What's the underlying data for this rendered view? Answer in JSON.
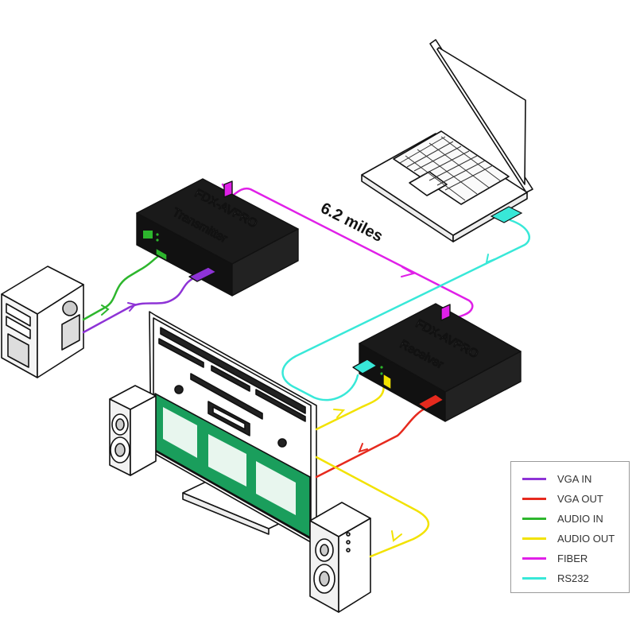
{
  "transmitter": {
    "model": "FDX-AVPRO",
    "role": "Transmitter"
  },
  "receiver": {
    "model": "FDX-AVPRO",
    "role": "Receiver"
  },
  "distance": "6.2 miles",
  "colors": {
    "vga_in": "#8e33d6",
    "vga_out": "#e62a1e",
    "audio_in": "#2db62d",
    "audio_out": "#f2e200",
    "fiber": "#e020e8",
    "rs232": "#38e8d8"
  },
  "legend": [
    {
      "label": "VGA IN",
      "color": "#8e33d6"
    },
    {
      "label": "VGA OUT",
      "color": "#e62a1e"
    },
    {
      "label": "AUDIO IN",
      "color": "#2db62d"
    },
    {
      "label": "AUDIO OUT",
      "color": "#f2e200"
    },
    {
      "label": "FIBER",
      "color": "#e020e8"
    },
    {
      "label": "RS232",
      "color": "#38e8d8"
    }
  ],
  "icons": [
    "pc-tower-icon",
    "laptop-icon",
    "monitor-icon",
    "speaker-icon"
  ]
}
